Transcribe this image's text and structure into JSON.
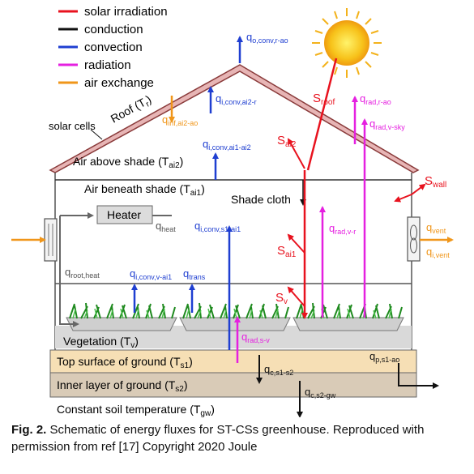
{
  "legend": [
    {
      "label": "solar irradiation",
      "color": "#e8121e"
    },
    {
      "label": "conduction",
      "color": "#111111"
    },
    {
      "label": "convection",
      "color": "#1f3fd1"
    },
    {
      "label": "radiation",
      "color": "#e520e0"
    },
    {
      "label": "air exchange",
      "color": "#f0961a"
    }
  ],
  "labels": {
    "roof": "Roof (T",
    "roof_sub": "r",
    "roof_close": ")",
    "solar_cells": "solar cells",
    "air_above": "Air above shade (T",
    "air_above_sub": "ai2",
    "air_beneath": "Air beneath shade (T",
    "air_beneath_sub": "ai1",
    "shade_cloth": "Shade cloth",
    "heater": "Heater",
    "vegetation": "Vegetation (T",
    "vegetation_sub": "v",
    "top_ground": "Top surface of ground (T",
    "top_ground_sub": "s1",
    "inner_ground": "Inner layer of ground (T",
    "inner_ground_sub": "s2",
    "constant_soil": "Constant soil temperature (T",
    "constant_soil_sub": "gw",
    "close_paren": ")"
  },
  "fluxes": {
    "q_o_conv_r_ao": {
      "base": "q",
      "sub": "o,conv,r-ao"
    },
    "q_i_conv_ai2_r": {
      "base": "q",
      "sub": "i,conv,ai2-r"
    },
    "q_inf_ai2_ao": {
      "base": "q",
      "sub": "inf,ai2-ao"
    },
    "q_i_conv_ai1_ai2": {
      "base": "q",
      "sub": "i,conv,ai1-ai2"
    },
    "S_roof": {
      "base": "S",
      "sub": "roof"
    },
    "S_ai2": {
      "base": "S",
      "sub": "ai2"
    },
    "q_rad_r_ao": {
      "base": "q",
      "sub": "rad,r-ao"
    },
    "q_rad_v_sky": {
      "base": "q",
      "sub": "rad,v-sky"
    },
    "S_wall": {
      "base": "S",
      "sub": "wall"
    },
    "q_heat": {
      "base": "q",
      "sub": "heat"
    },
    "q_i_conv_s1_ai1": {
      "base": "q",
      "sub": "i,conv,s1-ai1"
    },
    "q_vent": {
      "base": "q",
      "sub": "vent"
    },
    "q_i_vent": {
      "base": "q",
      "sub": "i,vent"
    },
    "q_rad_v_r": {
      "base": "q",
      "sub": "rad,v-r"
    },
    "S_ai1": {
      "base": "S",
      "sub": "ai1"
    },
    "q_root_heat": {
      "base": "q",
      "sub": "root,heat"
    },
    "q_i_conv_v_ai1": {
      "base": "q",
      "sub": "i,conv,v-ai1"
    },
    "q_trans": {
      "base": "q",
      "sub": "trans"
    },
    "S_v": {
      "base": "S",
      "sub": "v"
    },
    "q_rad_s_v": {
      "base": "q",
      "sub": "rad,s-v"
    },
    "q_c_s1_s2": {
      "base": "q",
      "sub": "c,s1-s2"
    },
    "q_p_s1_ao": {
      "base": "q",
      "sub": "p,s1-ao"
    },
    "q_c_s2_gw": {
      "base": "q",
      "sub": "c,s2-gw"
    }
  },
  "caption": {
    "fig": "Fig. 2.",
    "text": " Schematic of energy fluxes for ST-CSs greenhouse. Reproduced with permission from ref [17] Copyright 2020 Joule"
  }
}
